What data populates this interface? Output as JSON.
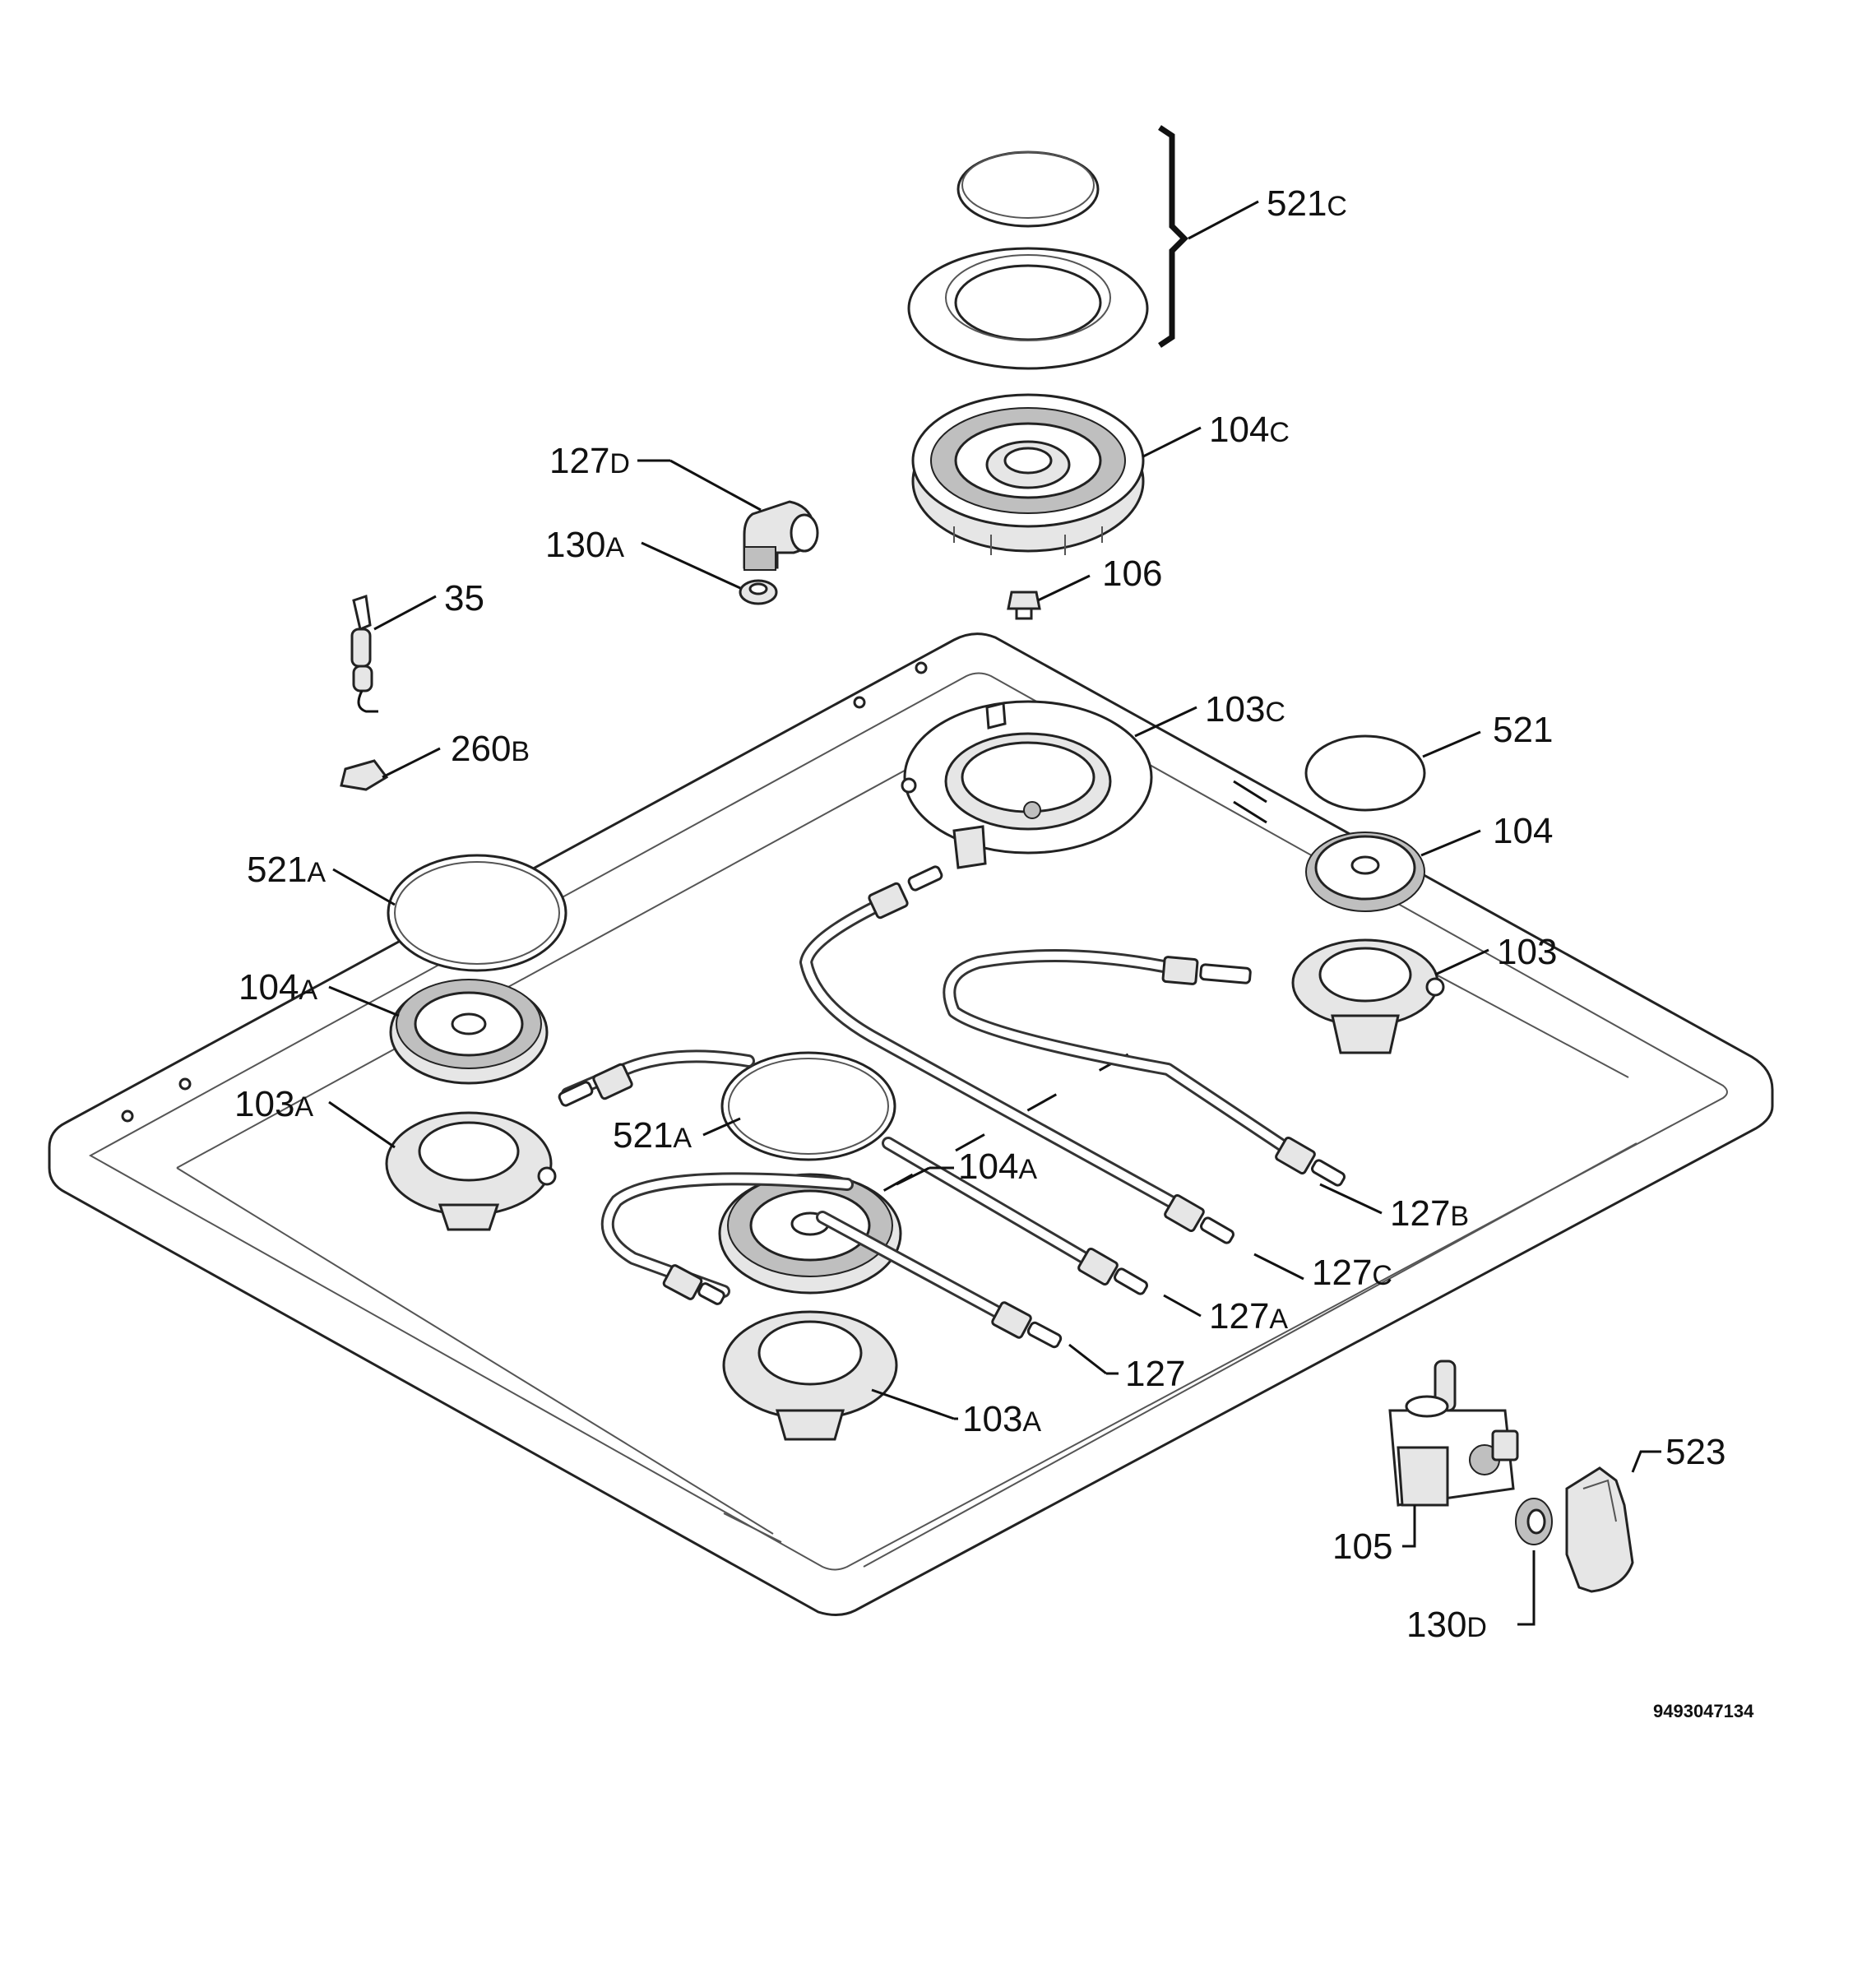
{
  "callouts": {
    "c521c": {
      "num": "521",
      "sfx": "C"
    },
    "c104c": {
      "num": "104",
      "sfx": "C"
    },
    "c127d": {
      "num": "127",
      "sfx": "D"
    },
    "c130a_top": {
      "num": "130",
      "sfx": "A"
    },
    "c35": {
      "num": "35",
      "sfx": ""
    },
    "c106": {
      "num": "106",
      "sfx": ""
    },
    "c260b": {
      "num": "260",
      "sfx": "B"
    },
    "c103c": {
      "num": "103",
      "sfx": "C"
    },
    "c521": {
      "num": "521",
      "sfx": ""
    },
    "c104": {
      "num": "104",
      "sfx": ""
    },
    "c103": {
      "num": "103",
      "sfx": ""
    },
    "c521a_left": {
      "num": "521",
      "sfx": "A"
    },
    "c104a_left": {
      "num": "104",
      "sfx": "A"
    },
    "c103a_left": {
      "num": "103",
      "sfx": "A"
    },
    "c521a_mid": {
      "num": "521",
      "sfx": "A"
    },
    "c104a_mid": {
      "num": "104",
      "sfx": "A"
    },
    "c127b": {
      "num": "127",
      "sfx": "B"
    },
    "c127c": {
      "num": "127",
      "sfx": "C"
    },
    "c127a": {
      "num": "127",
      "sfx": "A"
    },
    "c127": {
      "num": "127",
      "sfx": ""
    },
    "c103a_mid": {
      "num": "103",
      "sfx": "A"
    },
    "c523": {
      "num": "523",
      "sfx": ""
    },
    "c105": {
      "num": "105",
      "sfx": ""
    },
    "c130d": {
      "num": "130",
      "sfx": "D"
    }
  },
  "document_number": "9493047134"
}
